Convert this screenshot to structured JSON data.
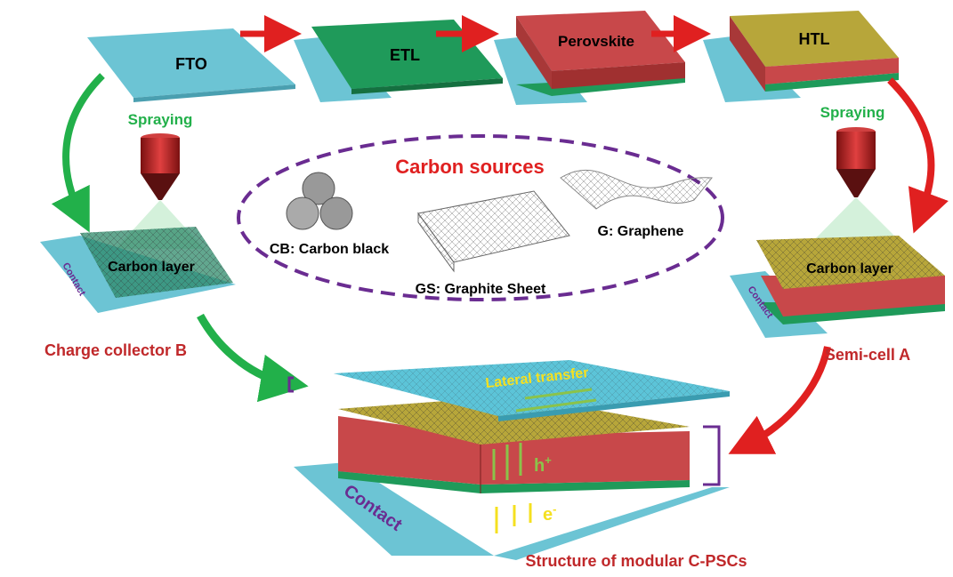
{
  "steps": {
    "fto": "FTO",
    "etl": "ETL",
    "perovskite": "Perovskite",
    "htl": "HTL"
  },
  "spraying_left": "Spraying",
  "spraying_right": "Spraying",
  "carbon_sources": {
    "title": "Carbon sources",
    "cb": "CB: Carbon black",
    "g": "G: Graphene",
    "gs": "GS: Graphite Sheet"
  },
  "carbon_layer_left": "Carbon layer",
  "carbon_layer_right": "Carbon layer",
  "contact_left": "Contact",
  "contact_right": "Contact",
  "contact_bottom": "Contact",
  "charge_collector": "Charge collector B",
  "semi_cell": "Semi-cell A",
  "lateral_transfer": "Lateral transfer",
  "h_label": "h",
  "h_sup": "+",
  "e_label": "e",
  "e_sup": "-",
  "structure_caption": "Structure of modular C-PSCs",
  "colors": {
    "fto": "#6cc4d4",
    "etl": "#1f9a5a",
    "perovskite": "#c8484a",
    "htl": "#b7a63a",
    "red": "#e02020",
    "green": "#22b04a",
    "purple": "#6a2c91",
    "caption": "#c0282a"
  }
}
